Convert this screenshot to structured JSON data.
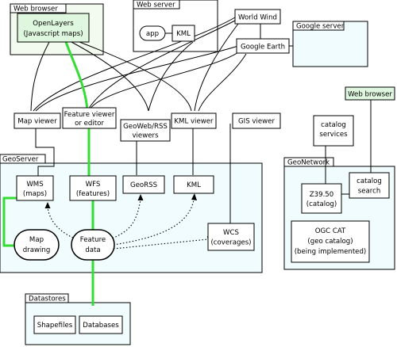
{
  "colors": {
    "cyan_fill": "#f0fcfd",
    "green_fill": "#dff6df",
    "browser_fill": "#f3fbf0",
    "green_line": "#33dd33",
    "stroke": "#000000"
  },
  "containers": {
    "web_browser_left": {
      "title": "Web browser"
    },
    "web_server": {
      "title": "Web server"
    },
    "google_server": {
      "title": "Google server"
    },
    "geoserver": {
      "title": "GeoServer"
    },
    "geonetwork": {
      "title": "GeoNetwork"
    },
    "datastores": {
      "title": "Datastores"
    }
  },
  "nodes": {
    "openlayers": [
      "OpenLayers",
      "(Javascript maps)"
    ],
    "app": [
      "app"
    ],
    "kml_server": [
      "KML"
    ],
    "world_wind": [
      "World Wind"
    ],
    "google_earth": [
      "Google Earth"
    ],
    "web_browser_right": [
      "Web browser"
    ],
    "map_viewer": [
      "Map viewer"
    ],
    "feature_viewer": [
      "Feature viewer",
      "or editor"
    ],
    "georss_viewers": [
      "GeoWeb/RSS",
      "viewers"
    ],
    "kml_viewer": [
      "KML viewer"
    ],
    "gis_viewer": [
      "GIS viewer"
    ],
    "catalog_services": [
      "catalog",
      "services"
    ],
    "wms": [
      "WMS",
      "(maps)"
    ],
    "wfs": [
      "WFS",
      "(features)"
    ],
    "georss": [
      "GeoRSS"
    ],
    "kml": [
      "KML"
    ],
    "wcs": [
      "WCS",
      "(coverages)"
    ],
    "map_drawing": [
      "Map",
      "drawing"
    ],
    "feature_data": [
      "Feature",
      "data"
    ],
    "catalog_search": [
      "catalog",
      "search"
    ],
    "z3950": [
      "Z39.50",
      "(catalog)"
    ],
    "ogc_cat": [
      "OGC CAT",
      "(geo catalog)",
      "(being implemented)"
    ],
    "shapefiles": [
      "Shapefiles"
    ],
    "databases": [
      "Databases"
    ]
  }
}
